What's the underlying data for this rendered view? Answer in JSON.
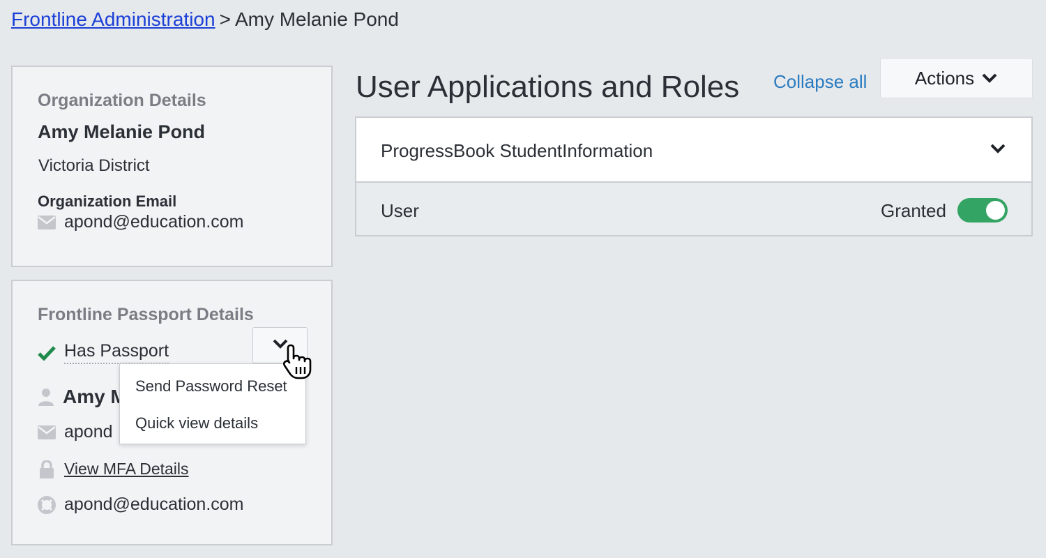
{
  "breadcrumb": {
    "root_label": "Frontline Administration",
    "separator": ">",
    "current": "Amy Melanie Pond"
  },
  "organization": {
    "heading": "Organization Details",
    "name": "Amy Melanie Pond",
    "district": "Victoria District",
    "email_label": "Organization Email",
    "email": "apond@education.com"
  },
  "passport": {
    "heading": "Frontline Passport Details",
    "status": "Has Passport",
    "name_partial": "Amy M",
    "email_partial": "apond",
    "mfa_link": "View MFA Details",
    "recovery_email": "apond@education.com"
  },
  "passport_menu": {
    "items": [
      {
        "label": "Send Password Reset"
      },
      {
        "label": "Quick view details"
      }
    ]
  },
  "main": {
    "title": "User Applications and Roles",
    "collapse_all": "Collapse all",
    "actions_label": "Actions"
  },
  "applications": [
    {
      "name": "ProgressBook StudentInformation",
      "roles": [
        {
          "role": "User",
          "status": "Granted",
          "enabled": true
        }
      ]
    }
  ],
  "colors": {
    "link": "#1a3fd6",
    "accent_link": "#2a7bbf",
    "toggle_on": "#34a464",
    "check": "#1f8a4c"
  },
  "icons": {
    "passport_status": "check-icon",
    "email": "envelope-icon",
    "user": "user-icon",
    "lock": "lock-icon",
    "recovery": "lifebuoy-icon"
  }
}
